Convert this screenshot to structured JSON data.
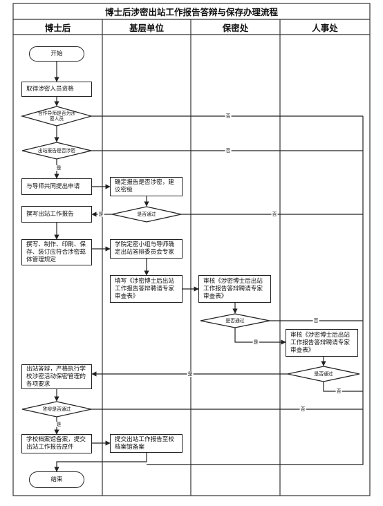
{
  "title": "博士后涉密出站工作报告答辩与保存办理流程",
  "lanes": [
    "博士后",
    "基层单位",
    "保密处",
    "人事处"
  ],
  "nodes": {
    "start": "开始",
    "qualify": "取得涉密人员资格",
    "q_supervisor": "合作导师是否为涉密人员",
    "q_report": "出站报告是否涉密",
    "apply": "与导师共同提出申请",
    "determine": "确定报告是否涉密，建议密级",
    "q_unit": "是否通过",
    "write": "撰写出站工作报告",
    "produce": "撰写、制作、印刷、保存、装订应符合涉密载体管理规定",
    "committee": "学院定密小组与导师确定出站答辩委员会专家",
    "fill_form": "填写《涉密博士后出站工作报告答辩聘请专家审查表》",
    "review_secrecy": "审核《涉密博士后出站工作报告答辩聘请专家审查表》",
    "q_secrecy": "是否通过",
    "review_hr": "审核《涉密博士后出站工作报告答辩聘请专家审查表》",
    "q_hr": "是否通过",
    "defense": "出站答辩，严格执行学校涉密活动保密管理的各项要求",
    "q_defense": "答辩是否通过",
    "archive": "学校档案馆备案，提交出站工作报告原件",
    "submit": "提交出站工作报告至校档案馆备案",
    "end": "结束"
  },
  "edge_labels": {
    "no": "否",
    "yes": "是"
  }
}
